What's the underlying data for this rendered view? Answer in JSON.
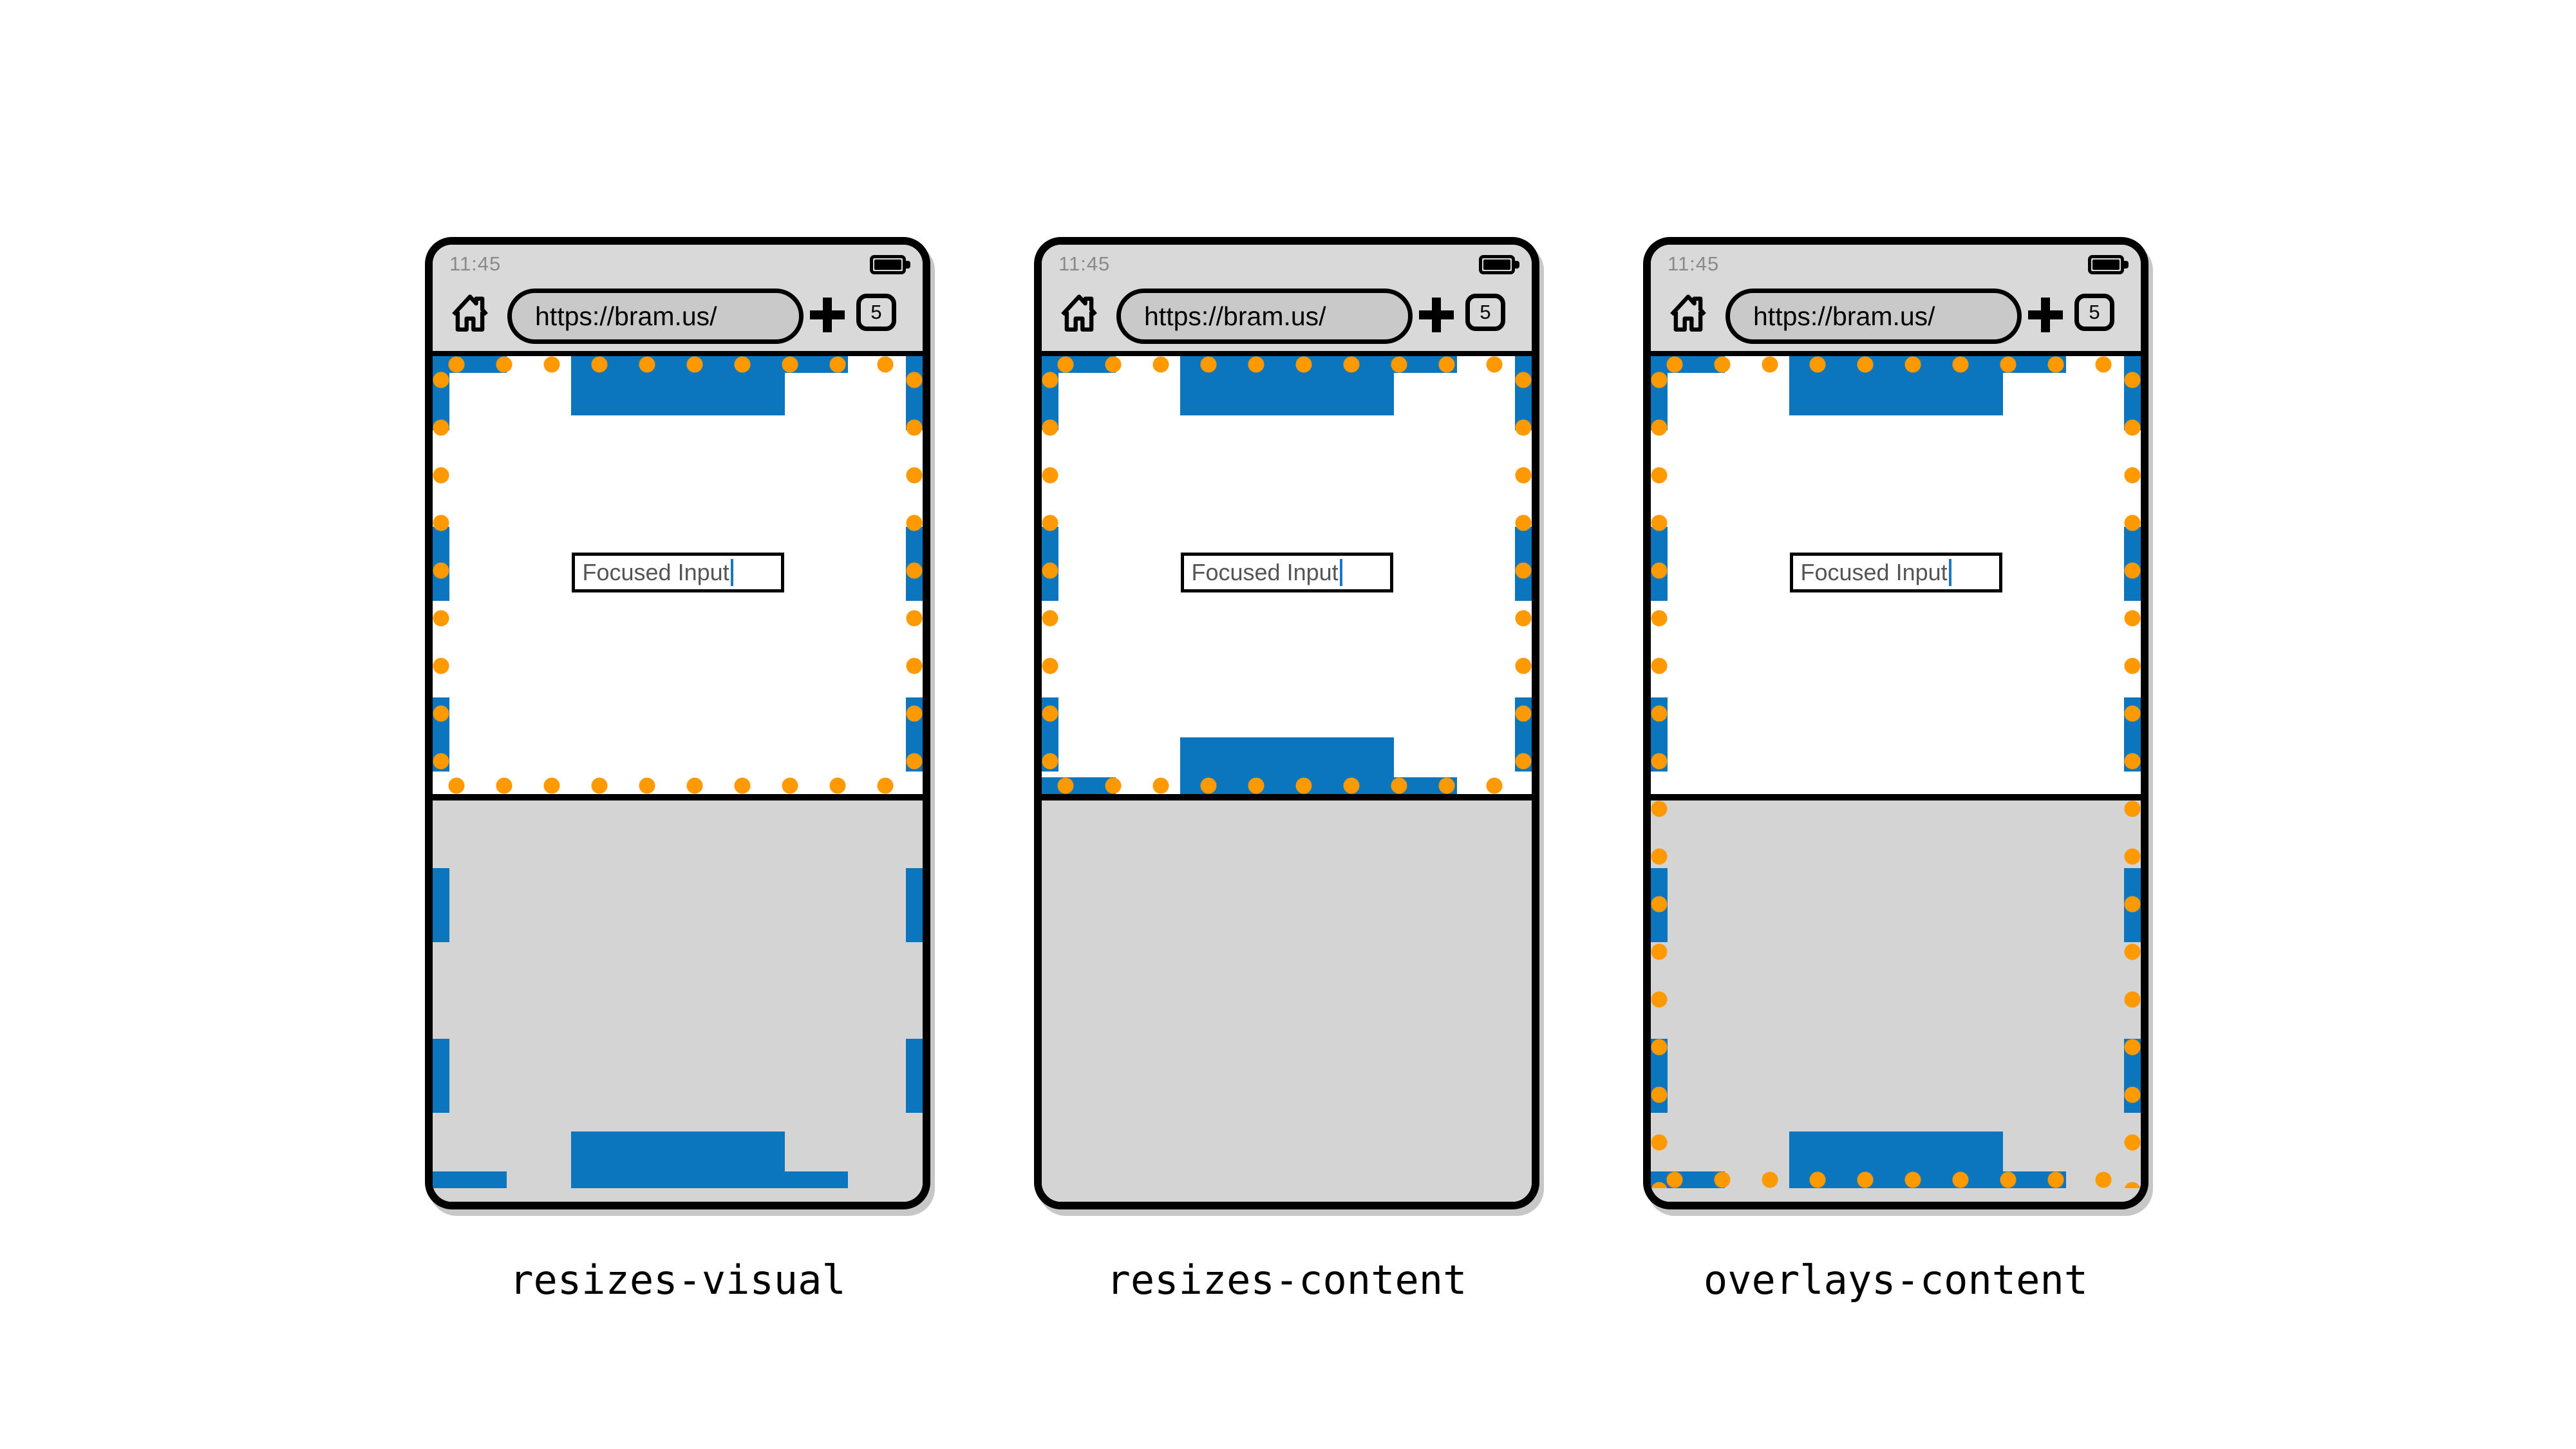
{
  "figure": {
    "description_labels": [
      "resizes-visual",
      "resizes-content",
      "overlays-content"
    ]
  },
  "browser": {
    "time": "11:45",
    "url": "https://bram.us/",
    "tab_count": "5"
  },
  "page_input": {
    "value": "Focused Input"
  },
  "icons": {
    "home": "home-icon",
    "new_tab": "plus-icon",
    "battery": "battery-full-icon",
    "tab_counter": "tab-counter"
  },
  "colors": {
    "layout_viewport_border_blue": "#0b76bd",
    "visual_viewport_dots_orange": "#ff9900",
    "chrome_background": "#d9d9d9",
    "url_pill_background": "#c9c9c9",
    "keyboard_background": "#d4d4d4",
    "status_time_gray": "#8a8a8a",
    "input_text_gray": "#555555",
    "input_caret_blue": "#1778c8"
  },
  "phones": [
    {
      "label": "resizes-visual"
    },
    {
      "label": "resizes-content"
    },
    {
      "label": "overlays-content"
    }
  ]
}
